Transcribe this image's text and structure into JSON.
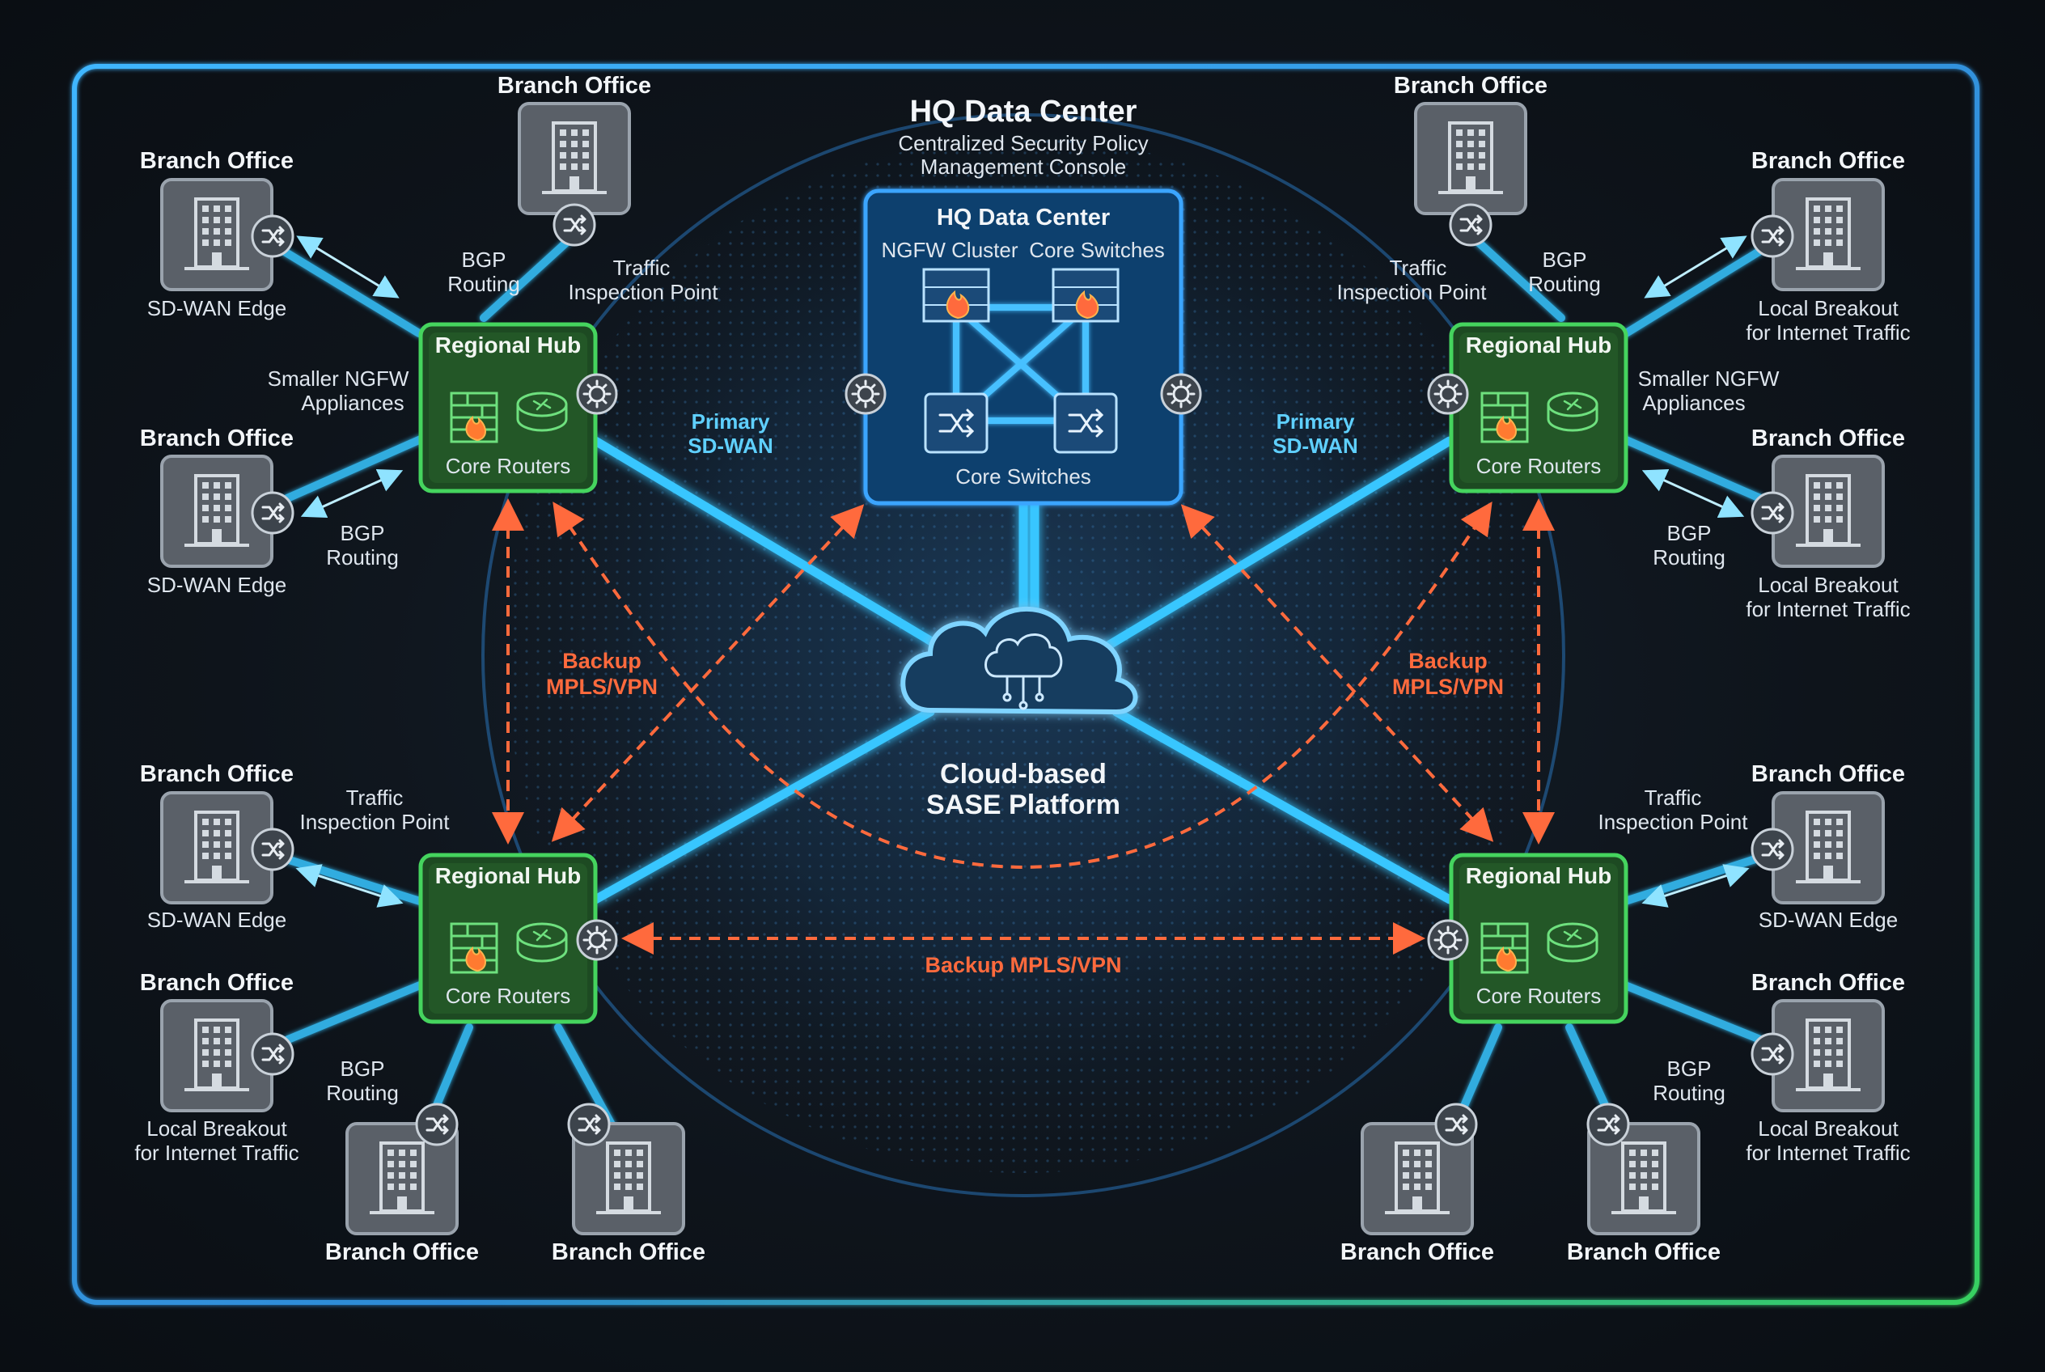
{
  "hq": {
    "header_title": "HQ Data Center",
    "header_sub1": "Centralized Security Policy",
    "header_sub2": "Management Console",
    "box_title": "HQ Data Center",
    "ngfw_label": "NGFW Cluster",
    "core_switches_top": "Core Switches",
    "core_switches_bottom": "Core Switches"
  },
  "sase": {
    "line1": "Cloud-based",
    "line2": "SASE Platform"
  },
  "hubs": [
    {
      "title": "Regional Hub",
      "subtitle": "Core Routers"
    },
    {
      "title": "Regional Hub",
      "subtitle": "Core Routers"
    },
    {
      "title": "Regional Hub",
      "subtitle": "Core Routers"
    },
    {
      "title": "Regional Hub",
      "subtitle": "Core Routers"
    }
  ],
  "branches": [
    {
      "title": "Branch Office"
    },
    {
      "title": "Branch Office",
      "caption": "SD-WAN Edge"
    },
    {
      "title": "Branch Office",
      "caption": "SD-WAN Edge"
    },
    {
      "title": "Branch Office",
      "caption": "SD-WAN Edge"
    },
    {
      "title": "Branch Office",
      "caption1": "Local Breakout",
      "caption2": "for Internet Traffic"
    },
    {
      "title": "Branch Office"
    },
    {
      "title": "Branch Office"
    },
    {
      "title": "Branch Office"
    },
    {
      "title": "Branch Office",
      "caption1": "Local Breakout",
      "caption2": "for Internet Traffic"
    },
    {
      "title": "Branch Office",
      "caption1": "Local Breakout",
      "caption2": "for Internet Traffic"
    },
    {
      "title": "Branch Office",
      "caption": "SD-WAN Edge"
    },
    {
      "title": "Branch Office",
      "caption1": "Local Breakout",
      "caption2": "for Internet Traffic"
    },
    {
      "title": "Branch Office"
    },
    {
      "title": "Branch Office"
    }
  ],
  "annotations": {
    "bgp_1": "BGP",
    "routing_1": "Routing",
    "traffic_1": "Traffic",
    "inspection_1": "Inspection Point",
    "smaller_1": "Smaller NGFW",
    "appliances_1": "Appliances",
    "bgp_2": "BGP",
    "routing_2": "Routing",
    "traffic_2": "Traffic",
    "inspection_2": "Inspection Point",
    "bgp_3": "BGP",
    "routing_3": "Routing",
    "traffic_3": "Traffic",
    "inspection_3": "Inspection Point",
    "bgp_4": "BGP",
    "routing_4": "Routing",
    "smaller_2": "Smaller NGFW",
    "appliances_2": "Appliances",
    "bgp_5": "BGP",
    "routing_5": "Routing",
    "traffic_4": "Traffic",
    "inspection_4": "Inspection Point",
    "bgp_6": "BGP",
    "routing_6": "Routing"
  },
  "links": {
    "primary_left_1": "Primary",
    "primary_left_2": "SD-WAN",
    "primary_right_1": "Primary",
    "primary_right_2": "SD-WAN",
    "backup_left_1": "Backup",
    "backup_left_2": "MPLS/VPN",
    "backup_right_1": "Backup",
    "backup_right_2": "MPLS/VPN",
    "backup_bottom": "Backup MPLS/VPN"
  },
  "colors": {
    "primary_link": "#38c6ff",
    "backup_link": "#ff6a3d",
    "hub_green": "#3fd05a",
    "hq_blue": "#2a8ce8"
  }
}
